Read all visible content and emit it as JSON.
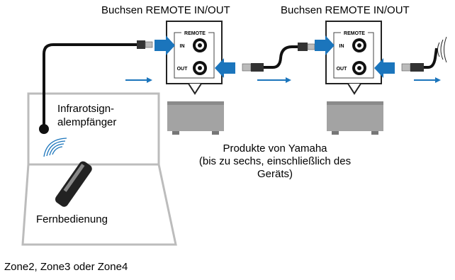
{
  "labels": {
    "jack_label_left": "Buchsen REMOTE IN/OUT",
    "jack_label_right": "Buchsen REMOTE IN/OUT",
    "ir_receiver_line1": "Infrarotsign-",
    "ir_receiver_line2": "alempfänger",
    "products_line1": "Produkte von Yamaha",
    "products_line2": "(bis zu sechs, einschließlich des",
    "products_line3": "Geräts)",
    "remote_control": "Fernbedienung",
    "zone": "Zone2, Zone3 oder Zone4"
  },
  "panels": [
    {
      "title": "REMOTE",
      "in_label": "IN",
      "out_label": "OUT"
    },
    {
      "title": "REMOTE",
      "in_label": "IN",
      "out_label": "OUT"
    }
  ],
  "colors": {
    "arrow": "#1b75bc",
    "frame": "#bcbcbc",
    "unit": "#9e9e9e",
    "line": "#000000"
  }
}
